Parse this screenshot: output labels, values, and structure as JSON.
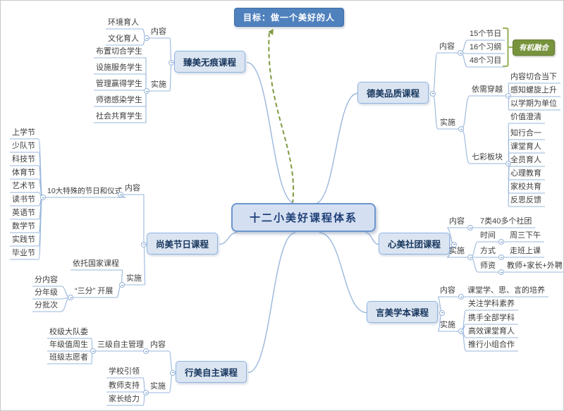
{
  "center": {
    "label": "十二小美好课程体系"
  },
  "goal": {
    "label": "目标：做一个美好的人"
  },
  "annotation": {
    "label": "有机融合"
  },
  "colors": {
    "accent": "#4f81bd",
    "node_fill": "#dbe5f2",
    "node_border": "#8eb4e3",
    "line": "#9ab7dc",
    "green": "#77933c",
    "text": "#3d3d3d"
  },
  "branches": [
    {
      "label": "臻美无痕课程",
      "groups": [
        {
          "label": "内容",
          "items": [
            "环境育人",
            "文化育人"
          ]
        },
        {
          "label": "实施",
          "items": [
            "布置切合学生",
            "设施服务学生",
            "管理赢得学生",
            "师德感染学生",
            "社会共育学生"
          ]
        }
      ]
    },
    {
      "label": "尚美节日课程",
      "groups": [
        {
          "label": "内容",
          "items": [
            {
              "label": "10大特殊的节日和仪式",
              "children": [
                "上学节",
                "少队节",
                "科技节",
                "体育节",
                "艺术节",
                "读书节",
                "英语节",
                "数学节",
                "实践节",
                "毕业节"
              ]
            }
          ]
        },
        {
          "label": "实施",
          "items": [
            "依托国家课程",
            {
              "label": "“三分” 开展",
              "children": [
                "分内容",
                "分年级",
                "分批次"
              ]
            }
          ]
        }
      ]
    },
    {
      "label": "行美自主课程",
      "groups": [
        {
          "label": "内容",
          "items": [
            {
              "label": "三级自主管理",
              "children": [
                "校级大队委",
                "年级值周生",
                "班级志愿者"
              ]
            }
          ]
        },
        {
          "label": "实施",
          "items": [
            "学校引领",
            "教师支持",
            "家长给力"
          ]
        }
      ]
    },
    {
      "label": "德美品质课程",
      "groups": [
        {
          "label": "内容",
          "items": [
            "15个节日",
            "16个习纲",
            "48个习目"
          ]
        },
        {
          "label": "实施",
          "items": [
            {
              "label": "依需穿越",
              "children": [
                "内容切合当下",
                "感知螺旋上升",
                "以学期为单位"
              ]
            },
            {
              "label": "七彩板块",
              "children": [
                "价值澄清",
                "知行合一",
                "课堂育人",
                "全员育人",
                "心理教育",
                "家校共育",
                "反思反馈"
              ]
            }
          ]
        }
      ]
    },
    {
      "label": "心美社团课程",
      "groups": [
        {
          "label": "内容",
          "items": [
            "7类40多个社团"
          ]
        },
        {
          "label": "实施",
          "items": [
            {
              "label": "时间",
              "children": [
                "周三下午"
              ]
            },
            {
              "label": "方式",
              "children": [
                "走班上课"
              ]
            },
            {
              "label": "师资",
              "children": [
                "教师+家长+外聘"
              ]
            }
          ]
        }
      ]
    },
    {
      "label": "言美学本课程",
      "groups": [
        {
          "label": "内容",
          "items": [
            "课堂学、思、言的培养"
          ]
        },
        {
          "label": "实施",
          "items": [
            "关注学科素养",
            "携手全部学科",
            "高效课堂育人",
            "推行小组合作"
          ]
        }
      ]
    }
  ]
}
